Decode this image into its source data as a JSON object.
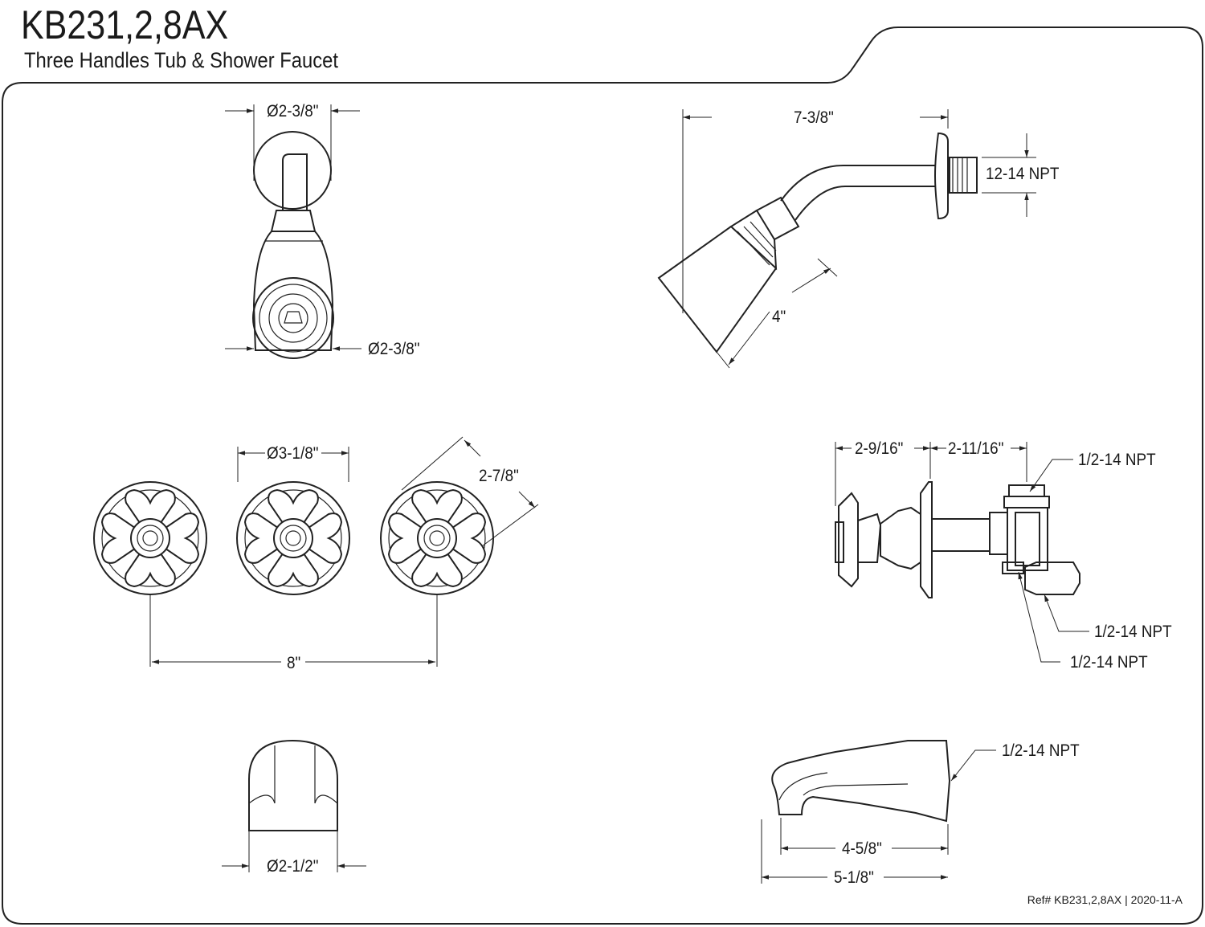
{
  "header": {
    "model": "KB231,2,8AX",
    "subtitle": "Three Handles Tub & Shower Faucet"
  },
  "dimensions": {
    "showerhead_front_top": "Ø2-3/8\"",
    "showerhead_front_bottom": "Ø2-3/8\"",
    "showerhead_side_length": "7-3/8\"",
    "showerhead_side_thread": "12-14 NPT",
    "showerhead_side_head": "4\"",
    "handle_diameter": "Ø3-1/8\"",
    "handle_diag": "2-7/8\"",
    "handle_spacing": "8\"",
    "valve_depth_1": "2-9/16\"",
    "valve_depth_2": "2-11/16\"",
    "valve_npt_top": "1/2-14 NPT",
    "valve_npt_mid": "1/2-14 NPT",
    "valve_npt_bottom": "1/2-14 NPT",
    "spout_front_diameter": "Ø2-1/2\"",
    "spout_npt": "1/2-14 NPT",
    "spout_reach_1": "4-5/8\"",
    "spout_reach_2": "5-1/8\""
  },
  "footer": {
    "ref": "Ref# KB231,2,8AX | 2020-11-A"
  }
}
